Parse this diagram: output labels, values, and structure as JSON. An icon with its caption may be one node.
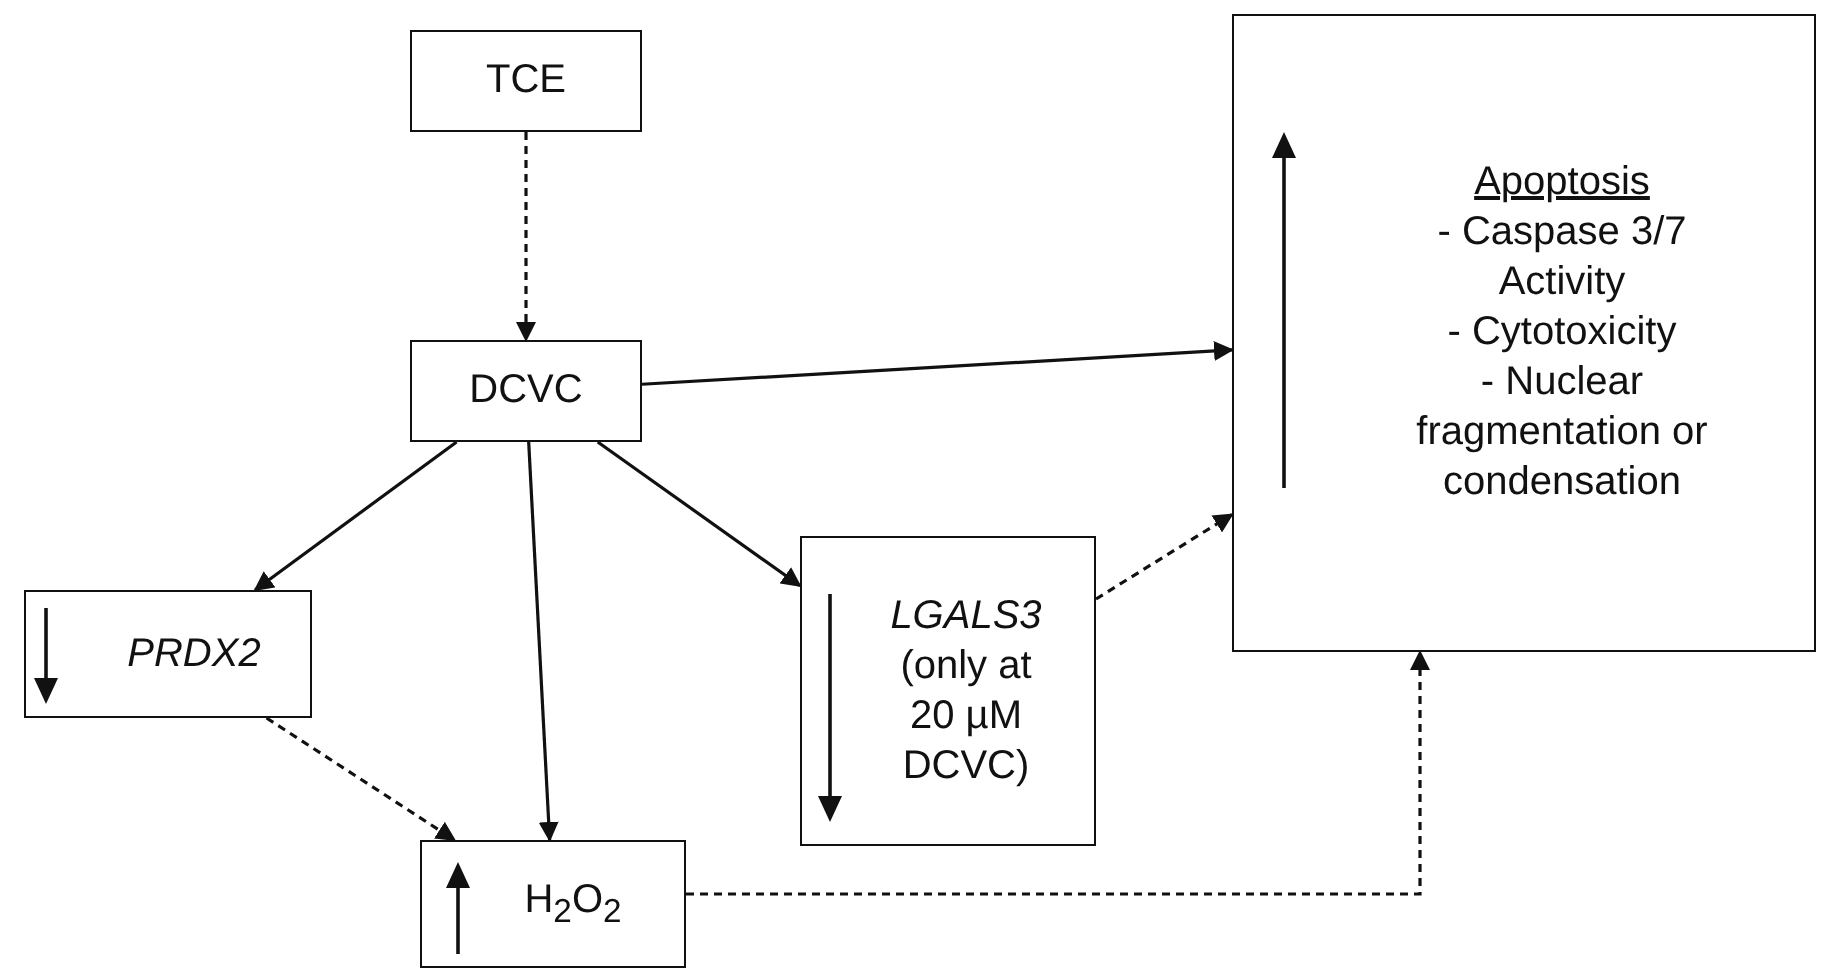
{
  "diagram": {
    "nodes": [
      {
        "text": [
          "TCE"
        ]
      },
      {
        "text": [
          "DCVC"
        ]
      },
      {
        "text": [
          "PRDX2"
        ]
      },
      {
        "text": [
          "H$_{2}$O$_{2}$"
        ]
      },
      {
        "text": [
          "*LGALS3* (only at 20 µM DCVC)"
        ]
      },
      {
        "text": [
          "Apoptosis",
          "- Caspase 3/7 Activity",
          "- Cytotoxicity",
          "- Nuclear fragmentation or condensation"
        ]
      }
    ],
    "edges": [
      {
        "from": 0,
        "to": 1,
        "arrow": "to",
        "style": "dashed"
      },
      {
        "from": 1,
        "to": 5,
        "arrow": "to"
      },
      {
        "from": 1,
        "to": 2,
        "arrow": "to"
      },
      {
        "from": 1,
        "to": 3,
        "arrow": "to"
      },
      {
        "from": 1,
        "to": 4,
        "arrow": "to"
      },
      {
        "from": 2,
        "to": 3,
        "arrow": "to",
        "style": "dashed"
      },
      {
        "from": 4,
        "to": 5,
        "arrow": "to",
        "style": "dashed"
      },
      {
        "from": 3,
        "to": 5,
        "arrow": "to",
        "style": "dashed"
      }
    ]
  }
}
